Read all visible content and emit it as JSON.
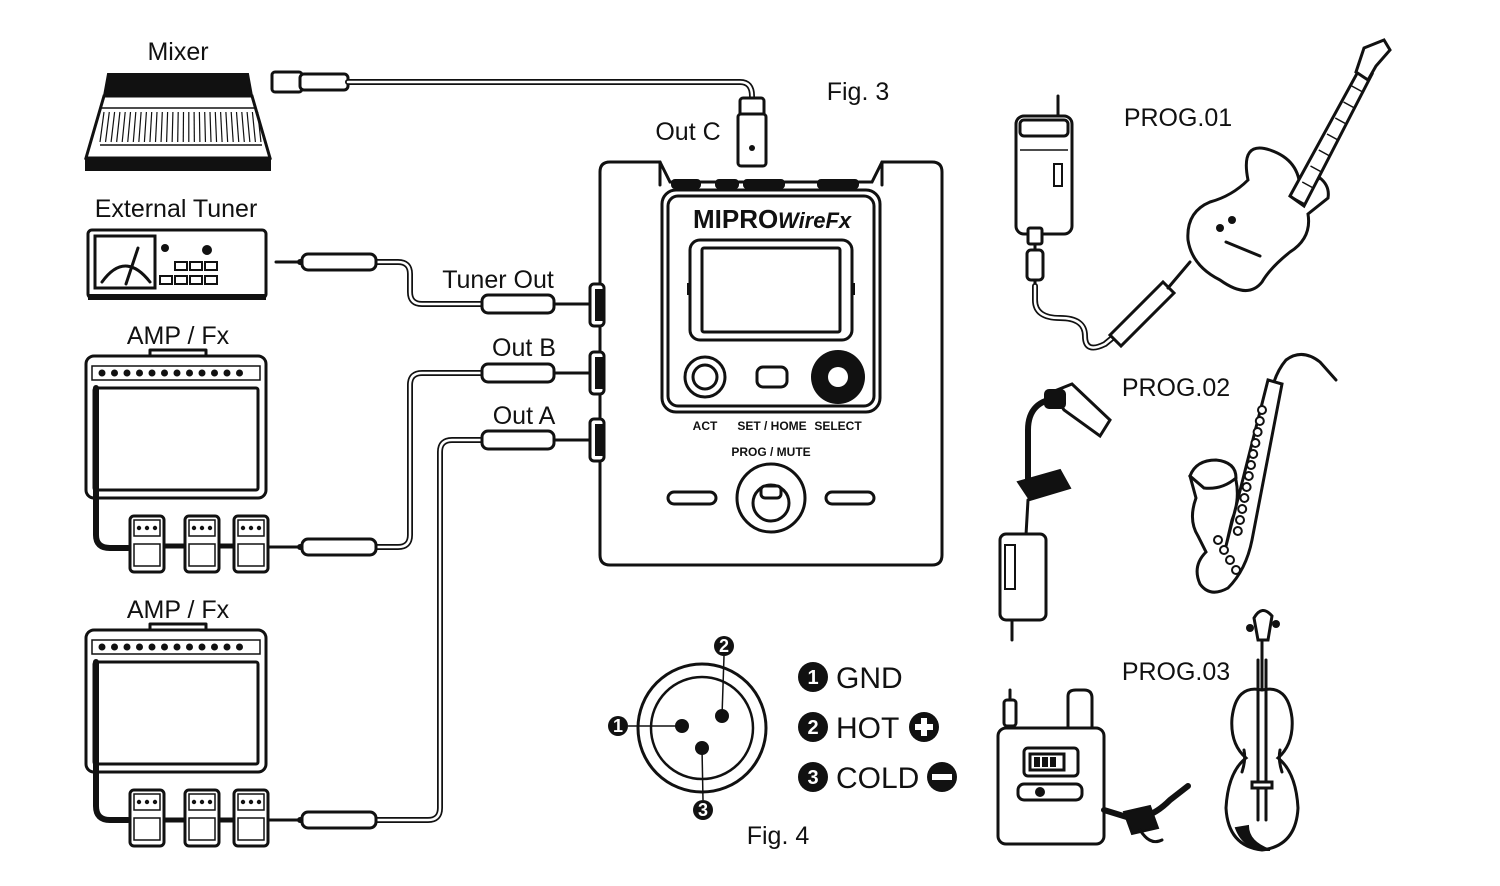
{
  "figure_labels": {
    "fig3": "Fig. 3",
    "fig4": "Fig. 4"
  },
  "devices": {
    "mixer": "Mixer",
    "external_tuner": "External Tuner",
    "amp_fx_1": "AMP / Fx",
    "amp_fx_2": "AMP / Fx"
  },
  "outputs": {
    "out_c": "Out C",
    "tuner_out": "Tuner Out",
    "out_b": "Out B",
    "out_a": "Out A"
  },
  "unit": {
    "brand": "MIPRO",
    "model": "WireFx",
    "act": "ACT",
    "set_home": "SET / HOME",
    "select": "SELECT",
    "prog_mute": "PROG / MUTE"
  },
  "programs": {
    "prog1": "PROG.01",
    "prog2": "PROG.02",
    "prog3": "PROG.03"
  },
  "xlr_pins": {
    "pin1": "1",
    "pin2": "2",
    "pin3": "3",
    "legend": [
      {
        "num": "1",
        "label": "GND"
      },
      {
        "num": "2",
        "label": "HOT"
      },
      {
        "num": "3",
        "label": "COLD"
      }
    ]
  }
}
